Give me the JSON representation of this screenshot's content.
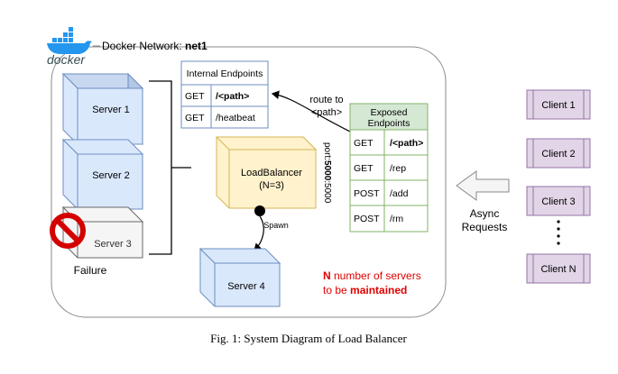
{
  "docker": {
    "logo_text": "docker",
    "network_prefix": "Docker Network: ",
    "network_name": "net1"
  },
  "servers": [
    "Server 1",
    "Server 2",
    "Server 3",
    "Server 4"
  ],
  "failure_label": "Failure",
  "internal_endpoints": {
    "title": "Internal Endpoints",
    "rows": [
      {
        "method": "GET",
        "path": "/<path>"
      },
      {
        "method": "GET",
        "path": "/heatbeat"
      }
    ]
  },
  "route_label": {
    "line1": "route to",
    "line2": "<path>"
  },
  "exposed_endpoints": {
    "title_line1": "Exposed",
    "title_line2": "Endpoints",
    "rows": [
      {
        "method": "GET",
        "path": "/<path>"
      },
      {
        "method": "GET",
        "path": "/rep"
      },
      {
        "method": "POST",
        "path": "/add"
      },
      {
        "method": "POST",
        "path": "/rm"
      }
    ]
  },
  "load_balancer": {
    "line1": "LoadBalancer",
    "line2": "(N=3)"
  },
  "port_label": {
    "prefix": "port:",
    "bold": "5000",
    "suffix": ":5000"
  },
  "spawn_label": "Spawn",
  "clients": [
    "Client 1",
    "Client 2",
    "Client 3",
    "Client N"
  ],
  "async_label": {
    "line1": "Async",
    "line2": "Requests"
  },
  "note": {
    "n": "N",
    "rest1": " number of servers",
    "line2_pre": "to be ",
    "line2_bold": "maintained"
  },
  "caption": "Fig. 1: System Diagram of Load Balancer",
  "colors": {
    "server_fill": "#dae8fc",
    "server_stroke": "#6c8ebf",
    "failed_fill": "#f5f5f5",
    "failed_stroke": "#666666",
    "lb_fill": "#fff2cc",
    "lb_stroke": "#d6b656",
    "exposed_fill": "#d5e8d4",
    "exposed_stroke": "#82b366",
    "client_fill": "#e1d5e7",
    "client_stroke": "#9673a6",
    "internal_stroke": "#6c8ebf",
    "note_red": "#e00000",
    "docker_blue": "#2496ed"
  }
}
